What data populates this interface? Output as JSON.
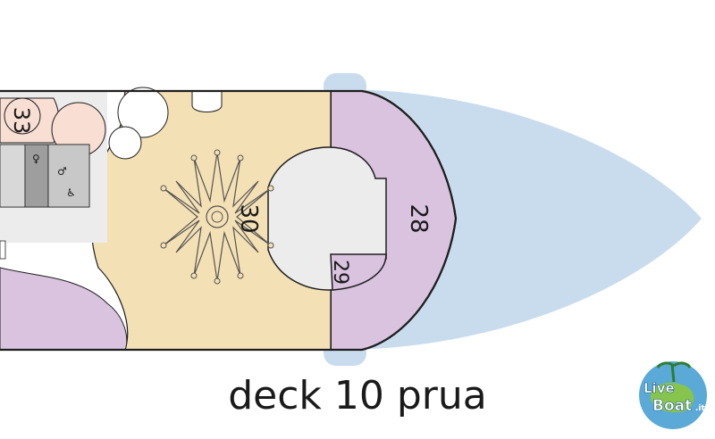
{
  "diagram": {
    "title": "deck 10 prua",
    "areas": [
      {
        "id": "28",
        "label": "28",
        "color": "#d9c3df"
      },
      {
        "id": "29",
        "label": "29",
        "color": "#d9c3df"
      },
      {
        "id": "30",
        "label": "30",
        "color": "#f4e0b5"
      },
      {
        "id": "33",
        "label": "33",
        "color": "#f8ded3"
      }
    ],
    "colors": {
      "sea": "#c9dced",
      "open_deck": "#f4e0b5",
      "cabin_zone": "#d9c3df",
      "corridor": "#ececec",
      "service": "#bdbdbd",
      "outline": "#1e1e1e"
    },
    "icons": [
      "female-restroom-icon",
      "male-restroom-icon",
      "accessible-restroom-icon",
      "sun-icon"
    ]
  },
  "logo": {
    "line1": "Live",
    "line2": "Boat",
    "suffix": ".it"
  }
}
